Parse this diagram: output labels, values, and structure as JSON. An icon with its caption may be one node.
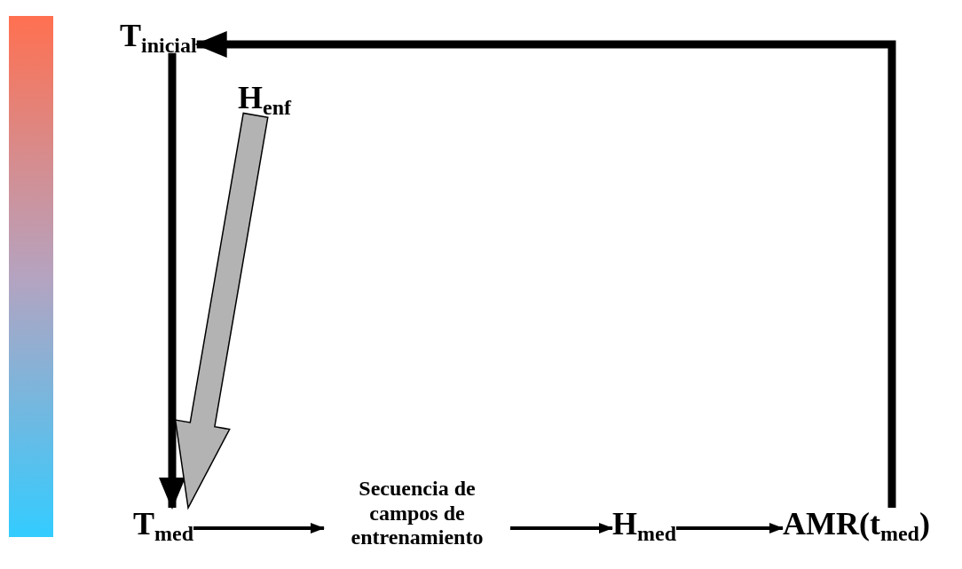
{
  "diagram": {
    "nodes": [
      {
        "text": [
          "T$_{inicial}$"
        ]
      },
      {
        "text": [
          "H$_{enf}$"
        ]
      },
      {
        "text": [
          "T$_{med}$"
        ]
      },
      {
        "text": [
          "Secuencia de campos de entrenamiento"
        ]
      },
      {
        "text": [
          "H$_{med}$"
        ]
      },
      {
        "text": [
          "AMR(t$_{med}$)"
        ]
      },
      {
        "text": [],
        "shape": "bar"
      }
    ],
    "edges": [
      {
        "from": 0,
        "to": 2,
        "arrow": "to",
        "style": "thick"
      },
      {
        "from": 1,
        "to": 2,
        "arrow": "to",
        "style": "thick",
        "color": "#b3b3b3"
      },
      {
        "from": 2,
        "to": 3,
        "arrow": "to"
      },
      {
        "from": 3,
        "to": 4,
        "arrow": "to"
      },
      {
        "from": 4,
        "to": 5,
        "arrow": "to"
      },
      {
        "from": 5,
        "to": 0,
        "arrow": "to",
        "style": "thick"
      }
    ]
  }
}
